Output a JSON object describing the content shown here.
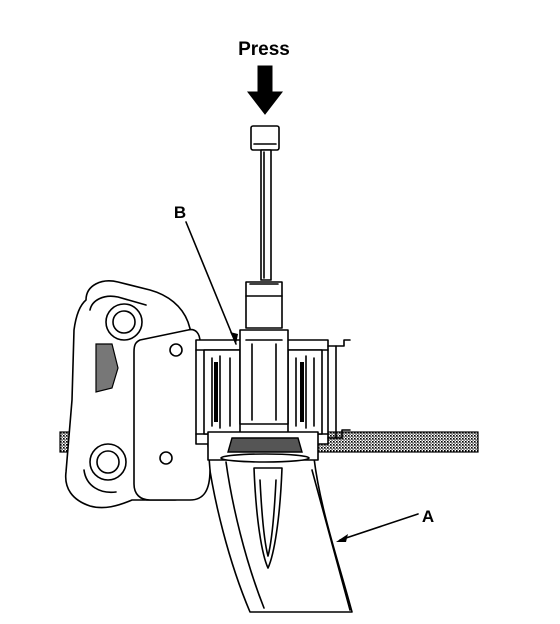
{
  "labels": {
    "press": "Press",
    "a": "A",
    "b": "B"
  },
  "colors": {
    "ink": "#000000",
    "background": "#ffffff",
    "gray_fill": "#9a9a9a",
    "dark_fill": "#555555"
  }
}
